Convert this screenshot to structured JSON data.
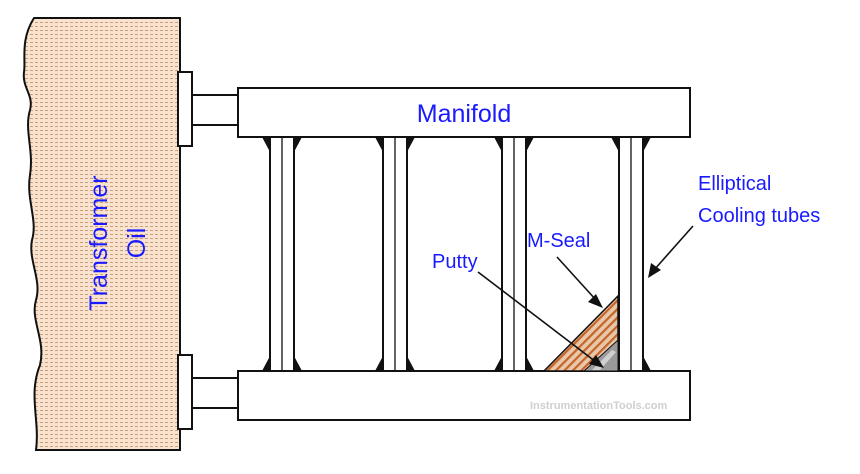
{
  "labels": {
    "manifold": "Manifold",
    "tank_line1": "Transformer",
    "tank_line2": "Oil",
    "elliptical": "Elliptical",
    "cooling_tubes": "Cooling tubes",
    "putty": "Putty",
    "mseal": "M-Seal",
    "watermark": "InstrumentationTools.com"
  },
  "colors": {
    "text_blue": "#1a1aff",
    "tank_fill": "#f7e3cf",
    "tank_dots": "#c9956b",
    "mseal_fill": "#e7c8a8",
    "mseal_hatch": "#c8622a",
    "putty_fill": "#9a9a9a",
    "outline": "#111111"
  }
}
